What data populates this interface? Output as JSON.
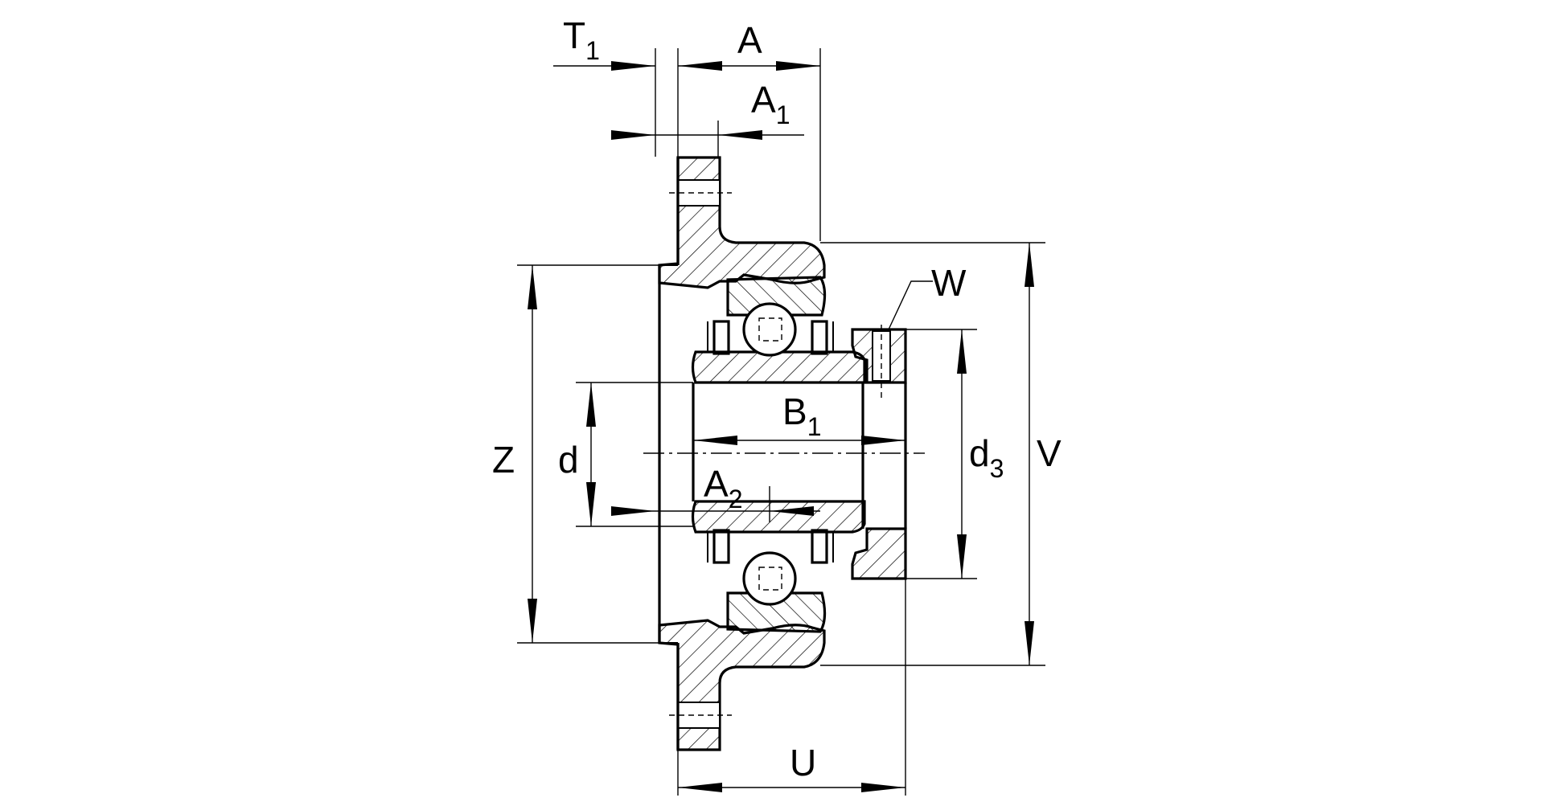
{
  "diagram": {
    "labels": {
      "T1": {
        "main": "T",
        "sub": "1"
      },
      "A": {
        "main": "A"
      },
      "A1": {
        "main": "A",
        "sub": "1"
      },
      "W": {
        "main": "W"
      },
      "B1": {
        "main": "B",
        "sub": "1"
      },
      "A2": {
        "main": "A",
        "sub": "2"
      },
      "Z": {
        "main": "Z"
      },
      "d": {
        "main": "d"
      },
      "d3": {
        "main": "d",
        "sub": "3"
      },
      "V": {
        "main": "V"
      },
      "U": {
        "main": "U"
      }
    },
    "line_color": "#000000",
    "background": "#ffffff"
  }
}
